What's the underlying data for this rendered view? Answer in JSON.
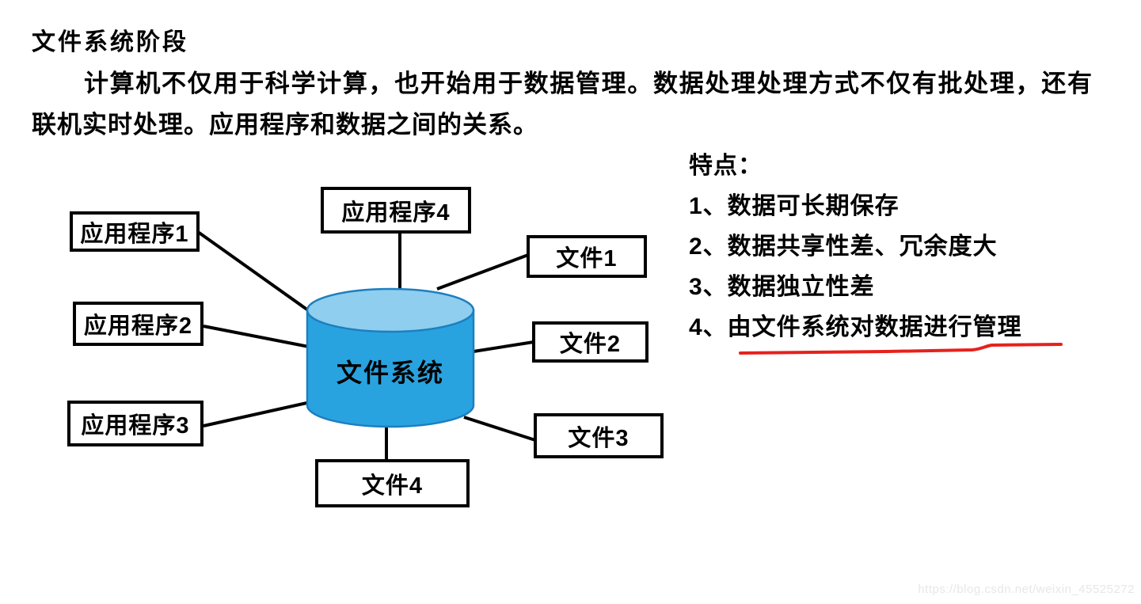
{
  "header": {
    "title": "文件系统阶段"
  },
  "paragraph": {
    "text": "计算机不仅用于科学计算，也开始用于数据管理。数据处理处理方式不仅有批处理，还有联机实时处理。应用程序和数据之间的关系。"
  },
  "features": {
    "heading": "特点：",
    "items": [
      "1、数据可长期保存",
      "2、数据共享性差、冗余度大",
      "3、数据独立性差",
      "4、由文件系统对数据进行管理"
    ]
  },
  "diagram": {
    "database_label": "文件系统",
    "app_boxes": [
      "应用程序1",
      "应用程序2",
      "应用程序3",
      "应用程序4"
    ],
    "file_boxes": [
      "文件1",
      "文件2",
      "文件3",
      "文件4"
    ],
    "colors": {
      "cylinder_body": "#29A3DF",
      "cylinder_top": "#8FCEEE",
      "cylinder_stroke": "#1C7FC0",
      "connector_line": "#000000",
      "underline_red": "#E6211C"
    }
  },
  "watermark": {
    "text": "https://blog.csdn.net/weixin_45525272"
  }
}
